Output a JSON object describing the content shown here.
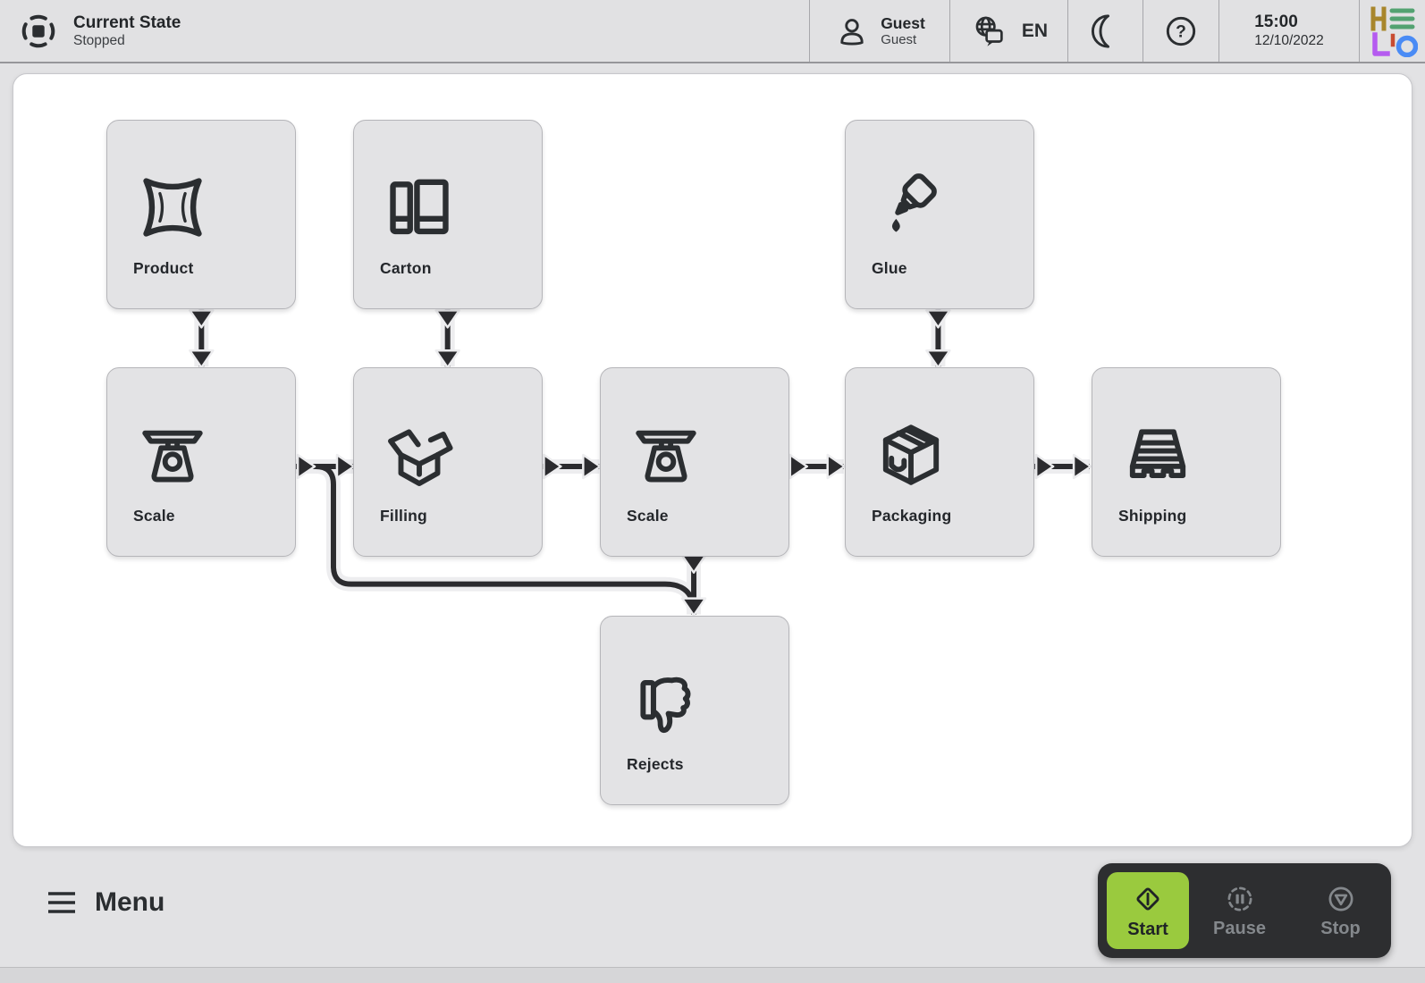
{
  "header": {
    "state": {
      "title": "Current State",
      "value": "Stopped",
      "icon": "stopped-state-icon"
    },
    "user": {
      "name": "Guest",
      "role": "Guest",
      "icon": "user-icon"
    },
    "language": {
      "label": "EN",
      "icon": "globe-chat-icon"
    },
    "dark_mode_icon": "moon-icon",
    "help_icon": "question-icon",
    "clock": {
      "time": "15:00",
      "date": "12/10/2022"
    },
    "brand": "HELIO",
    "brand_colors": {
      "h": "#a8862b",
      "e": "#53a271",
      "l": "#b55bf0",
      "i": "#c84b31",
      "o": "#4a8bf5"
    }
  },
  "flow": {
    "nodes": [
      {
        "id": "product",
        "label": "Product",
        "icon": "bag-icon"
      },
      {
        "id": "carton",
        "label": "Carton",
        "icon": "carton-blank-icon"
      },
      {
        "id": "glue",
        "label": "Glue",
        "icon": "glue-bottle-icon"
      },
      {
        "id": "scale-1",
        "label": "Scale",
        "icon": "scale-icon"
      },
      {
        "id": "filling",
        "label": "Filling",
        "icon": "open-box-icon"
      },
      {
        "id": "scale-2",
        "label": "Scale",
        "icon": "scale-icon"
      },
      {
        "id": "packaging",
        "label": "Packaging",
        "icon": "closed-box-icon"
      },
      {
        "id": "shipping",
        "label": "Shipping",
        "icon": "pallet-icon"
      },
      {
        "id": "rejects",
        "label": "Rejects",
        "icon": "thumbs-down-icon"
      }
    ],
    "edges": [
      {
        "from": "product",
        "to": "scale-1"
      },
      {
        "from": "carton",
        "to": "filling"
      },
      {
        "from": "glue",
        "to": "packaging"
      },
      {
        "from": "scale-1",
        "to": "filling"
      },
      {
        "from": "filling",
        "to": "scale-2"
      },
      {
        "from": "scale-2",
        "to": "packaging"
      },
      {
        "from": "packaging",
        "to": "shipping"
      },
      {
        "from": "scale-2",
        "to": "rejects"
      },
      {
        "from": "scale-1",
        "to": "rejects",
        "note": "bypass loop below filling"
      }
    ]
  },
  "footer": {
    "menu_label": "Menu",
    "controls": [
      {
        "label": "Start",
        "icon": "start-diamond-icon",
        "active": true
      },
      {
        "label": "Pause",
        "icon": "pause-icon",
        "active": false
      },
      {
        "label": "Stop",
        "icon": "stop-icon",
        "active": false
      }
    ]
  },
  "colors": {
    "header_bg": "#e1e1e3",
    "canvas_bg": "#ffffff",
    "node_bg": "#e3e3e5",
    "line_dark": "#2b2b2e",
    "accent_green": "#9aca3e",
    "cluster_dark": "#2d2e30",
    "muted_gray": "#84888c"
  }
}
